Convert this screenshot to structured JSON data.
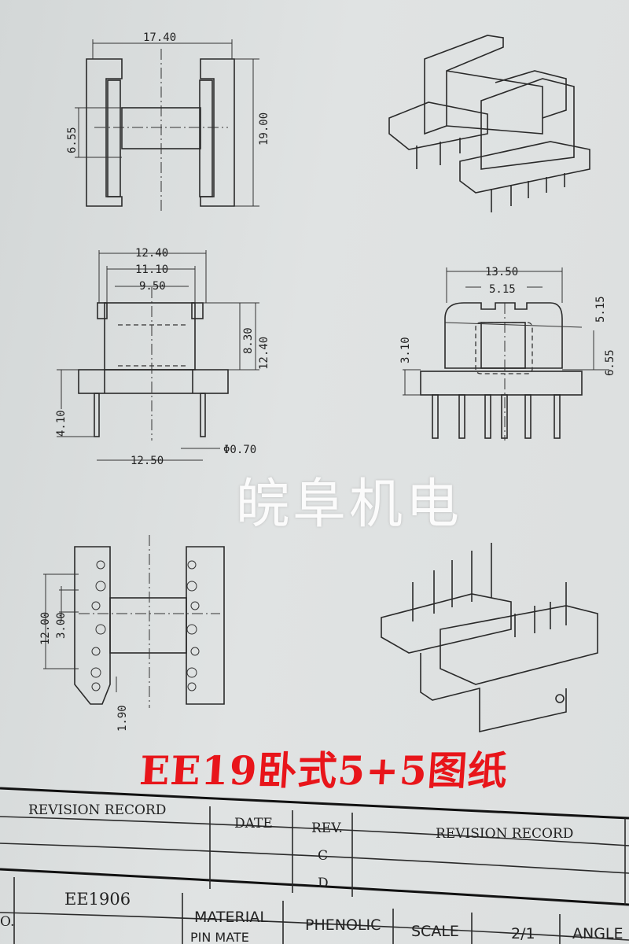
{
  "front_view": {
    "width": "17.40",
    "window": "6.55",
    "height": "19.00"
  },
  "side_view": {
    "top_outer": "12.40",
    "top_mid": "11.10",
    "top_inner": "9.50",
    "inner_h": "8.30",
    "outer_h": "12.40",
    "pin_len": "4.10",
    "pin_pitch": "12.50",
    "pin_dia": "Φ0.70"
  },
  "end_view": {
    "width": "13.50",
    "slot": "5.15",
    "slot_h": "5.15",
    "base_h": "3.10",
    "core_h": "6.55"
  },
  "bottom_view": {
    "span": "12.00",
    "pitch": "3.00",
    "offset": "1.90"
  },
  "watermark": "皖阜机电",
  "title": "EE19卧式5+5图纸",
  "title_block": {
    "revision_record_left": "REVISION RECORD",
    "date": "DATE",
    "rev": "REV.",
    "revision_record_right": "REVISION RECORD",
    "rev_c": "C",
    "rev_d": "D",
    "part_no": "EE1906",
    "no_label": "O.",
    "material_label": "MATERIAL",
    "material_value": "PHENOLIC",
    "scale_label": "SCALE",
    "scale_value": "2/1",
    "angle_label": "ANGLE",
    "pin_material_label": "PIN MATE"
  }
}
